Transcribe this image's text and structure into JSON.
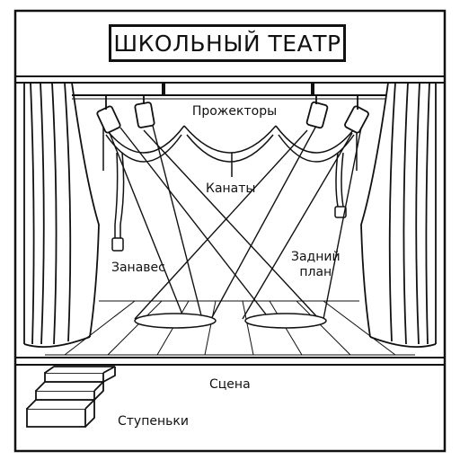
{
  "title": "ШКОЛЬНЫЙ ТЕАТР",
  "labels": {
    "projectors": "Прожекторы",
    "ropes": "Канаты",
    "curtain": "Занавес",
    "backdrop": "Задний\nплан",
    "stage": "Сцена",
    "steps": "Ступеньки"
  },
  "colors": {
    "ink": "#111111",
    "paper": "#ffffff",
    "shade": "#e6e6e6"
  },
  "icons": [
    "spotlight-icon",
    "tassel-icon",
    "steps-icon"
  ]
}
